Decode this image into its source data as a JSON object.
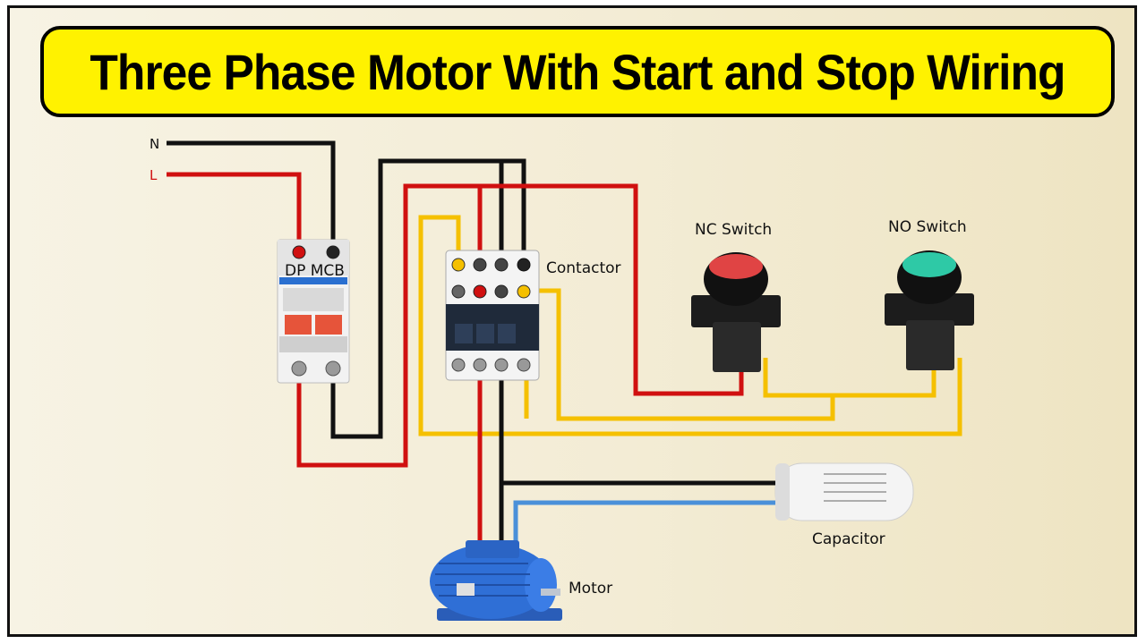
{
  "title": "Three Phase Motor With Start and Stop Wiring",
  "labels": {
    "n": "N",
    "l": "L",
    "mcb": "DP MCB",
    "contactor": "Contactor",
    "nc_switch": "NC Switch",
    "no_switch": "NO Switch",
    "capacitor": "Capacitor",
    "motor": "Motor"
  },
  "colors": {
    "title_bg": "#fff200",
    "wire_black": "#111111",
    "wire_red": "#d01010",
    "wire_yellow": "#f5c000",
    "wire_blue": "#4a90d9",
    "nc_button": "#e04444",
    "no_button": "#2ec9a6",
    "motor_body": "#2f6fd6"
  }
}
